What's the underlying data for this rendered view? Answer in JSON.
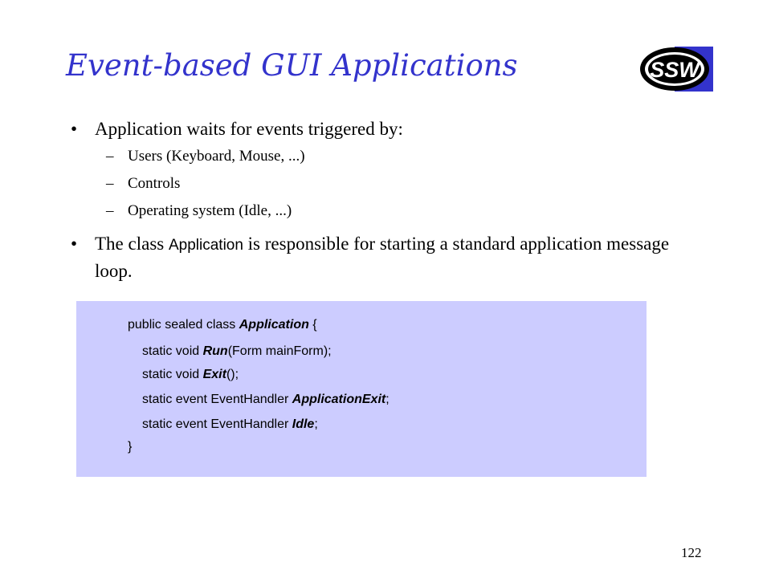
{
  "title": "Event-based GUI Applications",
  "logo": {
    "text": "SSW"
  },
  "bullet1": {
    "marker": "•",
    "text": "Application waits for events triggered by:",
    "sub_items": [
      {
        "marker": "–",
        "text": "Users (Keyboard, Mouse, ...)"
      },
      {
        "marker": "–",
        "text": "Controls"
      },
      {
        "marker": "–",
        "text": "Operating system (Idle, ...)"
      }
    ]
  },
  "bullet2": {
    "marker": "•",
    "text_before": "The class ",
    "code_word": "Application",
    "text_after": " is responsible for starting a standard application message loop."
  },
  "code": {
    "line1": {
      "pre": "public sealed class ",
      "em": "Application",
      "post": " {"
    },
    "line2": {
      "pre": "static void ",
      "em": "Run",
      "post": "(Form mainForm);"
    },
    "line3": {
      "pre": "static void ",
      "em": "Exit",
      "post": "();"
    },
    "line4": {
      "pre": "static event EventHandler ",
      "em": "ApplicationExit",
      "post": ";"
    },
    "line5": {
      "pre": "static event EventHandler ",
      "em": "Idle",
      "post": ";"
    },
    "line6": {
      "pre": "}"
    }
  },
  "page_number": "122",
  "colors": {
    "title": "#3333cc",
    "code_background": "#ccccff"
  }
}
